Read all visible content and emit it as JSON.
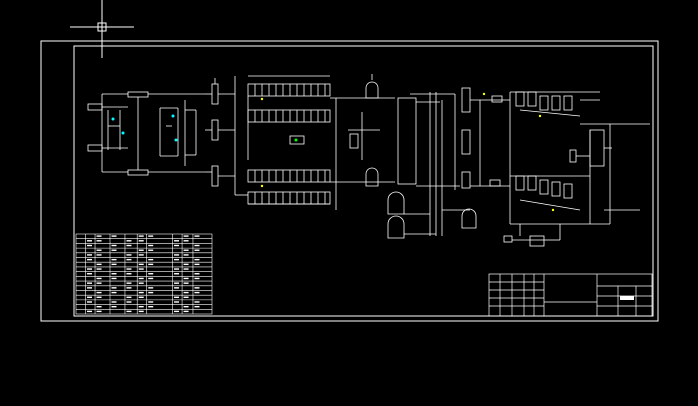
{
  "drawing": {
    "background": "#000000",
    "line_color": "#ffffff",
    "accent_cyan": "#00ffff",
    "accent_yellow": "#ffff00",
    "accent_green": "#00ff00",
    "cursor": "crosshair-cursor"
  },
  "title_block": {
    "project_name": "",
    "drawing_name": "",
    "drawing_no": "",
    "scale": ""
  },
  "equipment_table": {
    "rows": 17,
    "cols": 10
  }
}
